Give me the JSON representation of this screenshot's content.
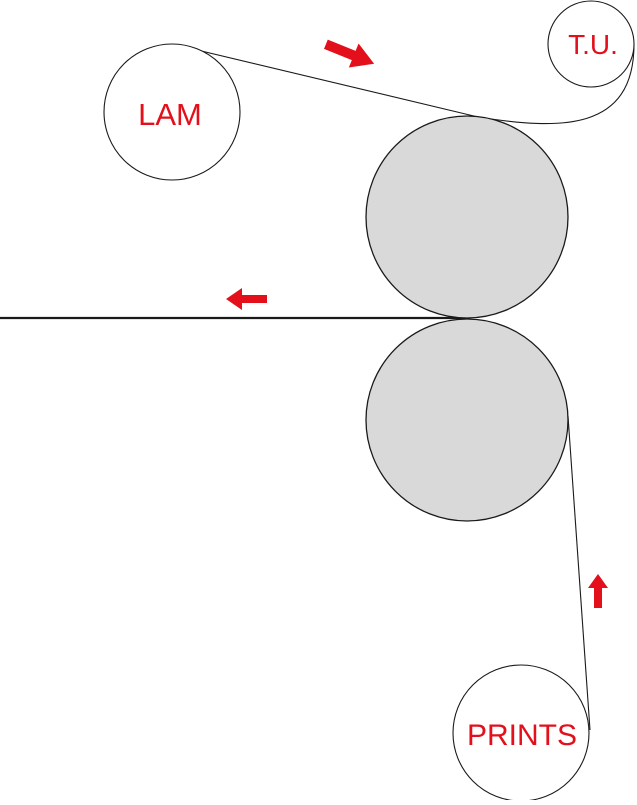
{
  "rolls": {
    "laminate": {
      "label": "LAM"
    },
    "take_up": {
      "label": "T.U."
    },
    "prints": {
      "label": "PRINTS"
    }
  },
  "colors": {
    "label": "#e3101b",
    "arrow": "#e3101b",
    "roller_fill": "#d9d9d9",
    "stroke": "#1a1a1a"
  },
  "arrows": [
    {
      "name": "laminate-direction-arrow",
      "direction": "right-down"
    },
    {
      "name": "output-direction-arrow",
      "direction": "left"
    },
    {
      "name": "prints-direction-arrow",
      "direction": "up"
    }
  ]
}
